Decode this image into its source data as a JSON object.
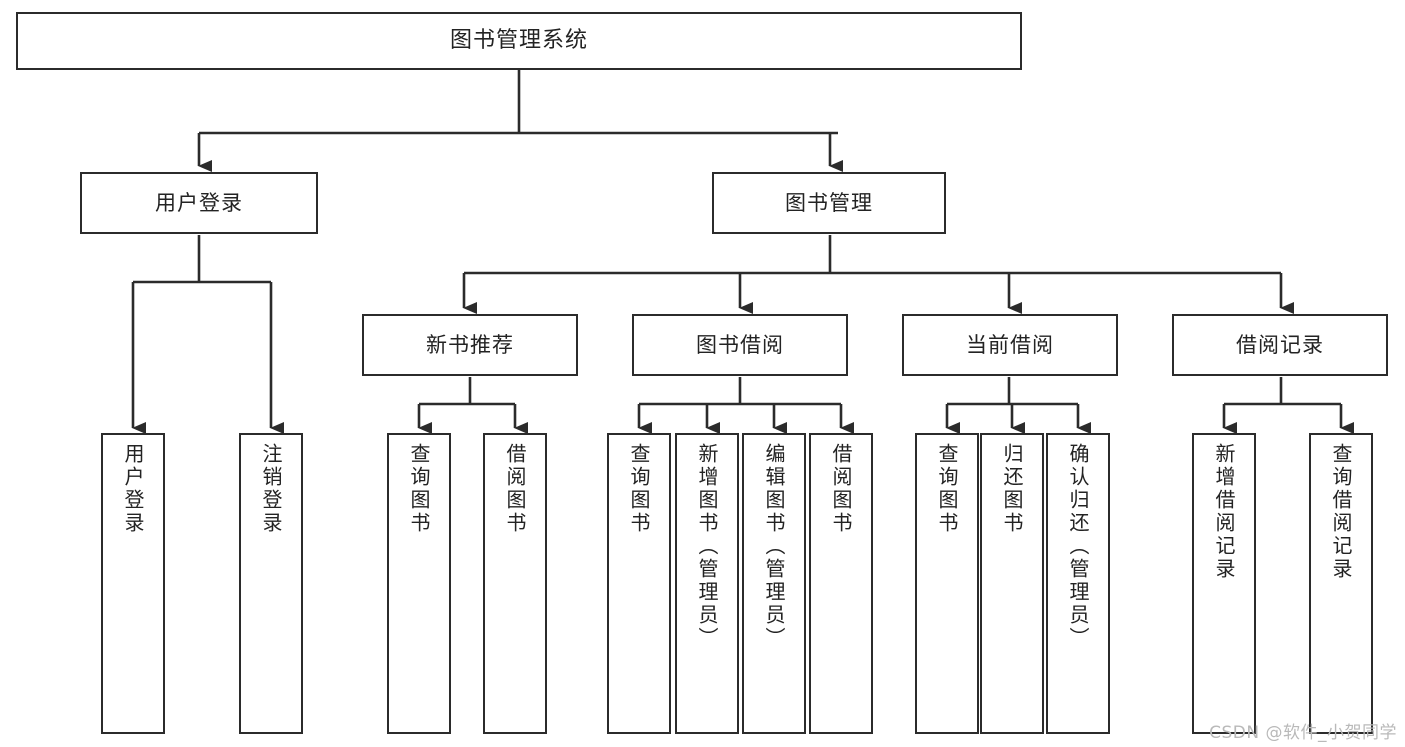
{
  "diagram": {
    "type": "tree",
    "title": "图书管理系统",
    "orientation": "top-down",
    "colors": {
      "box_border": "#2b2b2b",
      "box_fill": "#ffffff",
      "edge": "#2b2b2b",
      "text": "#232323",
      "watermark": "#b9b9b9"
    },
    "nodes": {
      "root": {
        "label": "图书管理系统"
      },
      "level1": [
        {
          "id": "user-login",
          "label": "用户登录"
        },
        {
          "id": "book-management",
          "label": "图书管理"
        }
      ],
      "level2": [
        {
          "id": "new-book-recommend",
          "label": "新书推荐",
          "parent": "book-management"
        },
        {
          "id": "book-borrow",
          "label": "图书借阅",
          "parent": "book-management"
        },
        {
          "id": "current-borrow",
          "label": "当前借阅",
          "parent": "book-management"
        },
        {
          "id": "borrow-record",
          "label": "借阅记录",
          "parent": "book-management"
        }
      ],
      "leaves": {
        "user-login": [
          {
            "id": "leaf-user-login",
            "label": "用户登录"
          },
          {
            "id": "leaf-user-logout",
            "label": "注销登录"
          }
        ],
        "new-book-recommend": [
          {
            "id": "leaf-query-book-1",
            "label": "查询图书"
          },
          {
            "id": "leaf-borrow-book-1",
            "label": "借阅图书"
          }
        ],
        "book-borrow": [
          {
            "id": "leaf-query-book-2",
            "label": "查询图书"
          },
          {
            "id": "leaf-add-book-admin",
            "label": "新增图书（管理员）"
          },
          {
            "id": "leaf-edit-book-admin",
            "label": "编辑图书（管理员）"
          },
          {
            "id": "leaf-borrow-book-2",
            "label": "借阅图书"
          }
        ],
        "current-borrow": [
          {
            "id": "leaf-query-book-3",
            "label": "查询图书"
          },
          {
            "id": "leaf-return-book",
            "label": "归还图书"
          },
          {
            "id": "leaf-confirm-return-admin",
            "label": "确认归还（管理员）"
          }
        ],
        "borrow-record": [
          {
            "id": "leaf-add-borrow-record",
            "label": "新增借阅记录"
          },
          {
            "id": "leaf-query-borrow-record",
            "label": "查询借阅记录"
          }
        ]
      }
    },
    "watermark": "CSDN @软件_小贺同学"
  }
}
